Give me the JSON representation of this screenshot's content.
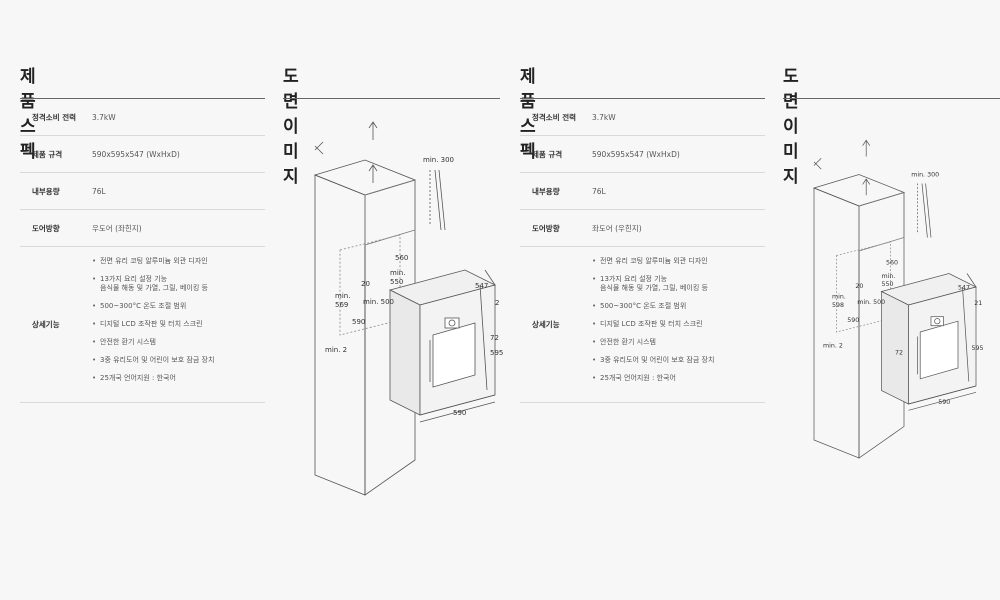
{
  "left": {
    "spec_title": "제품 스펙",
    "draw_title": "도면 이미지",
    "specs": [
      {
        "key": "정격소비 전력",
        "value": "3.7kW"
      },
      {
        "key": "제품 규격",
        "value": "590x595x547 (WxHxD)"
      },
      {
        "key": "내부용량",
        "value": "76L"
      },
      {
        "key": "도어방향",
        "value": "우도어 (좌힌지)"
      }
    ],
    "features_key": "상세기능",
    "features": [
      "전면 유리 코팅 알루미늄 외관 디자인",
      "13가지 요리 설정 기능",
      "음식물 해동 및 가열, 그릴, 베이킹 등",
      "500~300°C 온도 조절 범위",
      "디지털 LCD 조작판 및 터치 스크린",
      "안전한 환기 시스템",
      "3중 유리도어 및 어린이 보호 잠금 장치",
      "25개국 언어지원 : 한국어"
    ],
    "dims": {
      "min300": "min. 300",
      "d560": "560",
      "d550": "min.\n550",
      "d20": "20",
      "d500": "min. 500",
      "d569": "min.\n569",
      "d590v": "590",
      "min2": "min. 2",
      "d547": "547",
      "d2": "2",
      "d72": "72",
      "d595": "595",
      "d590": "590"
    }
  },
  "right": {
    "spec_title": "제품 스펙",
    "draw_title": "도면 이미지",
    "specs": [
      {
        "key": "정격소비 전력",
        "value": "3.7kW"
      },
      {
        "key": "제품 규격",
        "value": "590x595x547 (WxHxD)"
      },
      {
        "key": "내부용량",
        "value": "76L"
      },
      {
        "key": "도어방향",
        "value": "좌도어 (우힌지)"
      }
    ],
    "features_key": "상세기능",
    "features": [
      "전면 유리 코팅 알루미늄 외관 디자인",
      "13가지 요리 설정 기능",
      "음식물 해동 및 가열, 그릴, 베이킹 등",
      "500~300°C 온도 조절 범위",
      "디지털 LCD 조작판 및 터치 스크린",
      "안전한 환기 시스템",
      "3중 유리도어 및 어린이 보호 잠금 장치",
      "25개국 언어지원 : 한국어"
    ],
    "dims": {
      "min300": "min. 300",
      "d560": "560",
      "d550": "min.\n550",
      "d20": "20",
      "d500": "min. 500",
      "d569": "min.\n598",
      "d590v": "590",
      "min2": "min. 2",
      "d547": "547",
      "d2": "21",
      "d72": "72",
      "d595": "595",
      "d590": "590"
    }
  }
}
